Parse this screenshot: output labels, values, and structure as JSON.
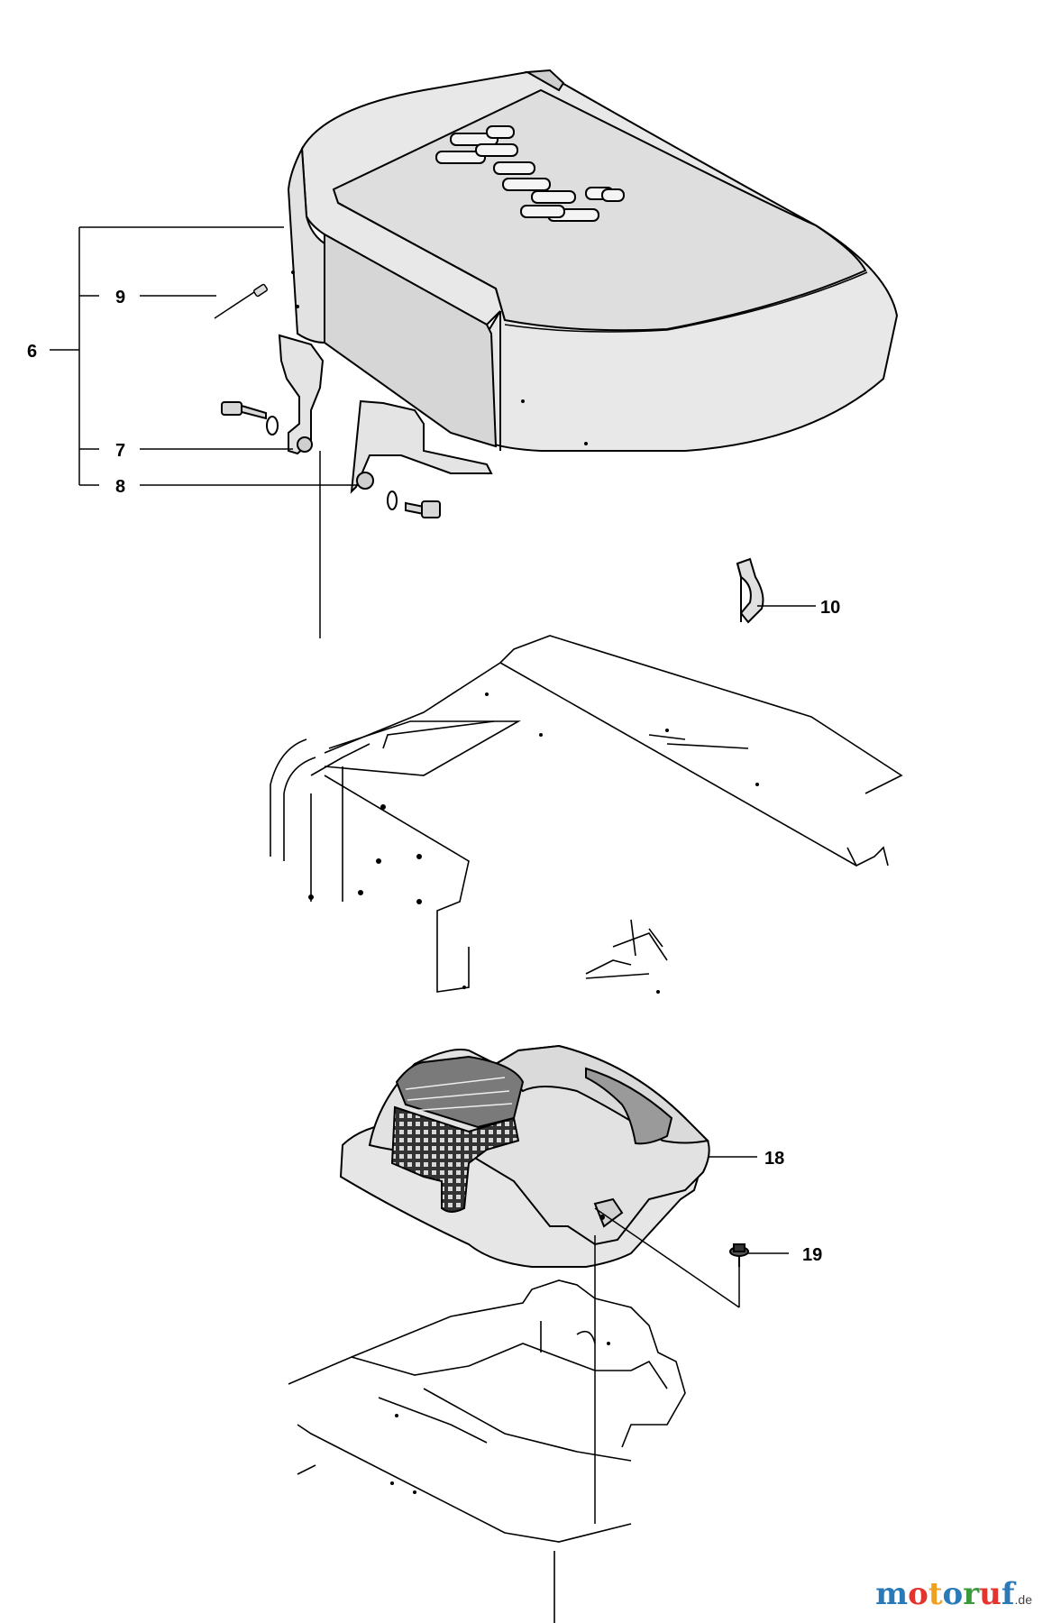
{
  "callouts": {
    "c6": "6",
    "c7": "7",
    "c8": "8",
    "c9": "9",
    "c10": "10",
    "c18": "18",
    "c19": "19"
  },
  "watermark": {
    "letters": [
      "m",
      "o",
      "t",
      "o",
      "r",
      "u",
      "f"
    ],
    "colors": [
      "#2a7ab8",
      "#e3342f",
      "#f0a020",
      "#2a7ab8",
      "#3a9a3a",
      "#e3342f",
      "#2a7ab8"
    ],
    "suffix": ".de"
  },
  "colors": {
    "line": "#000000",
    "panel": "#e8e8e8",
    "panel_dark": "#cfcfcf",
    "grille": "#555555"
  }
}
